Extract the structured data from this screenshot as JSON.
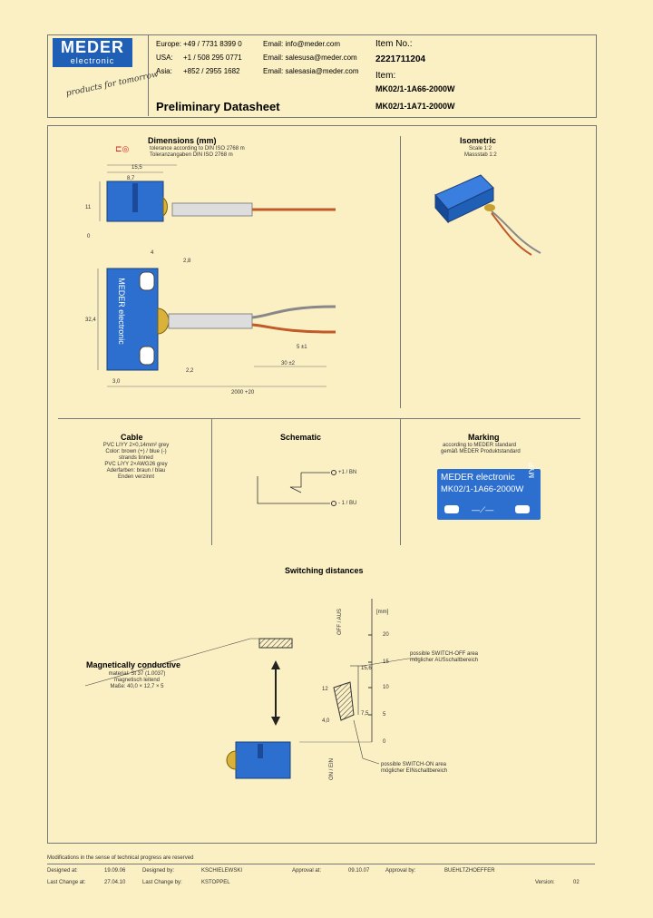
{
  "header": {
    "brand_top": "MEDER",
    "brand_bottom": "electronic",
    "slogan": "products for tomorrow",
    "contacts": [
      {
        "region": "Europe:",
        "phone": "+49 / 7731 8399 0",
        "email": "Email: info@meder.com"
      },
      {
        "region": "USA:",
        "phone": "+1 / 508 295 0771",
        "email": "Email: salesusa@meder.com"
      },
      {
        "region": "Asia:",
        "phone": "+852 / 2955 1682",
        "email": "Email: salesasia@meder.com"
      }
    ],
    "title": "Preliminary Datasheet",
    "item_no_label": "Item No.:",
    "item_no": "2221711204",
    "item_label": "Item:",
    "item_1": "MK02/1-1A66-2000W",
    "item_2": "MK02/1-1A71-2000W"
  },
  "dimensions": {
    "title": "Dimensions (mm)",
    "note_1": "tolerance according to DIN ISO 2768 m",
    "note_2": "Toleranzangaben DIN ISO 2768 m",
    "labels": {
      "top_width": "8,7",
      "top_height": "11",
      "top_offset": "15,5",
      "top_dia": "0",
      "hole": "4",
      "top_r": "2,8",
      "height": "32,4",
      "bottom_r": "2,2",
      "wire_end": "5 ±1",
      "wire_len": "30 ±2",
      "left_w": "3,0",
      "total": "2000 +20"
    }
  },
  "isometric": {
    "title": "Isometric",
    "scale_en": "Scale 1:2",
    "scale_de": "Massstab 1:2"
  },
  "cable": {
    "title": "Cable",
    "lines": [
      "PVC LIYY 2×0,14mm² grey",
      "Color: brown (+) / blue (-)",
      "strands tinned",
      "PVC LiYY 2×AWG26 grey",
      "Aderfarben: braun / blau",
      "Enden verzinnt"
    ]
  },
  "schematic": {
    "title": "Schematic",
    "label_bn": "+1 / BN",
    "label_bu": "- 1 / BU"
  },
  "marking": {
    "title": "Marking",
    "note_1": "according to MEDER standard",
    "note_2": "gemäß MEDER Produktstandard",
    "label_line_1": "MEDER electronic",
    "label_line_2": "MK02/1-1A66-2000W",
    "label_side": "MYP"
  },
  "switching": {
    "title": "Switching distances",
    "magnet_title": "Magnetically conductive",
    "magnet_lines": [
      "material: St 37 (1.0037)",
      "magnetisch leitend",
      "Maße: 40,0 × 12,7 × 5"
    ],
    "unit": "[mm]",
    "axis_ticks": [
      "20",
      "15",
      "10",
      "5",
      "0"
    ],
    "axis_label_top": "OFF / AUS",
    "axis_label_bottom": "ON / EIN",
    "val_top": "15,6",
    "val_mid": "12",
    "val_low": "7,5",
    "val_bottom": "4,0",
    "note_off_1": "possible SWITCH-OFF area",
    "note_off_2": "möglicher AUSschaltbereich",
    "note_on_1": "possible SWITCH-ON area",
    "note_on_2": "möglicher EINschaltbereich"
  },
  "footer": {
    "notice": "Modifications in the sense of technical progress are reserved",
    "designed_at_label": "Designed at:",
    "designed_at": "19.09.06",
    "designed_by_label": "Designed by:",
    "designed_by": "KSCHIELEWSKI",
    "approval_at_label": "Approval at:",
    "approval_at": "09.10.07",
    "approval_by_label": "Approval by:",
    "approval_by": "BUEHLTZHOEFFER",
    "last_change_label": "Last Change at:",
    "last_change": "27.04.10",
    "last_change_by_label": "Last Change by:",
    "last_change_by": "KSTOPPEL",
    "version_label": "Version:",
    "version": "02"
  },
  "colors": {
    "background": "#fbf0c4",
    "logo_blue": "#1f5fb5",
    "sensor_blue": "#2d6fcf",
    "wire_brown": "#c05a2a"
  }
}
